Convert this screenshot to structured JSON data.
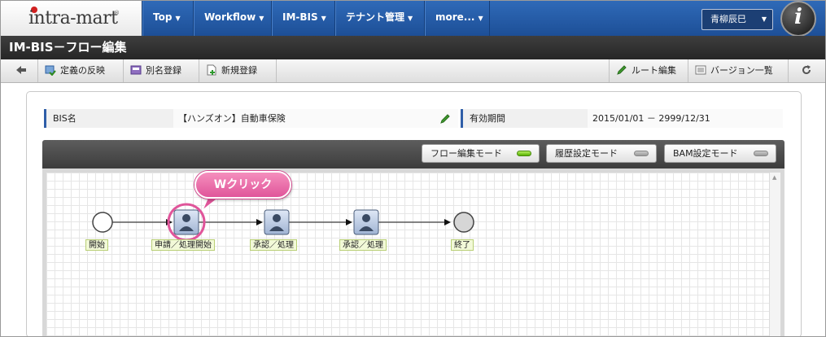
{
  "header": {
    "logo_text": "intra-mart",
    "logo_tm": "®",
    "nav": [
      {
        "label": "Top"
      },
      {
        "label": "Workflow"
      },
      {
        "label": "IM-BIS"
      },
      {
        "label": "テナント管理"
      },
      {
        "label": "more..."
      }
    ],
    "caret": "▼",
    "user_name": "青柳辰巳",
    "info_icon_letter": "i"
  },
  "page_title": "IM-BIS－フロー編集",
  "toolbar": {
    "back_icon": "arrow-left-icon",
    "apply": "定義の反映",
    "alias": "別名登録",
    "new": "新規登録",
    "route_edit": "ルート編集",
    "version_list": "バージョン一覧",
    "refresh_icon": "refresh-icon"
  },
  "form": {
    "bis_label": "BIS名",
    "bis_value": "【ハンズオン】自動車保険",
    "period_label": "有効期間",
    "period_value": "2015/01/01 － 2999/12/31"
  },
  "modes": [
    {
      "label": "フロー編集モード",
      "active": true
    },
    {
      "label": "履歴設定モード",
      "active": false
    },
    {
      "label": "BAM設定モード",
      "active": false
    }
  ],
  "flow": {
    "nodes": [
      {
        "type": "start",
        "label": "開始"
      },
      {
        "type": "user",
        "label": "申請／処理開始"
      },
      {
        "type": "user",
        "label": "承認／処理"
      },
      {
        "type": "user",
        "label": "承認／処理"
      },
      {
        "type": "end",
        "label": "終了"
      }
    ]
  },
  "callout": "Wクリック",
  "colors": {
    "nav_blue": "#2f6ab8",
    "callout_pink": "#e0559a",
    "led_on": "#56b100"
  }
}
